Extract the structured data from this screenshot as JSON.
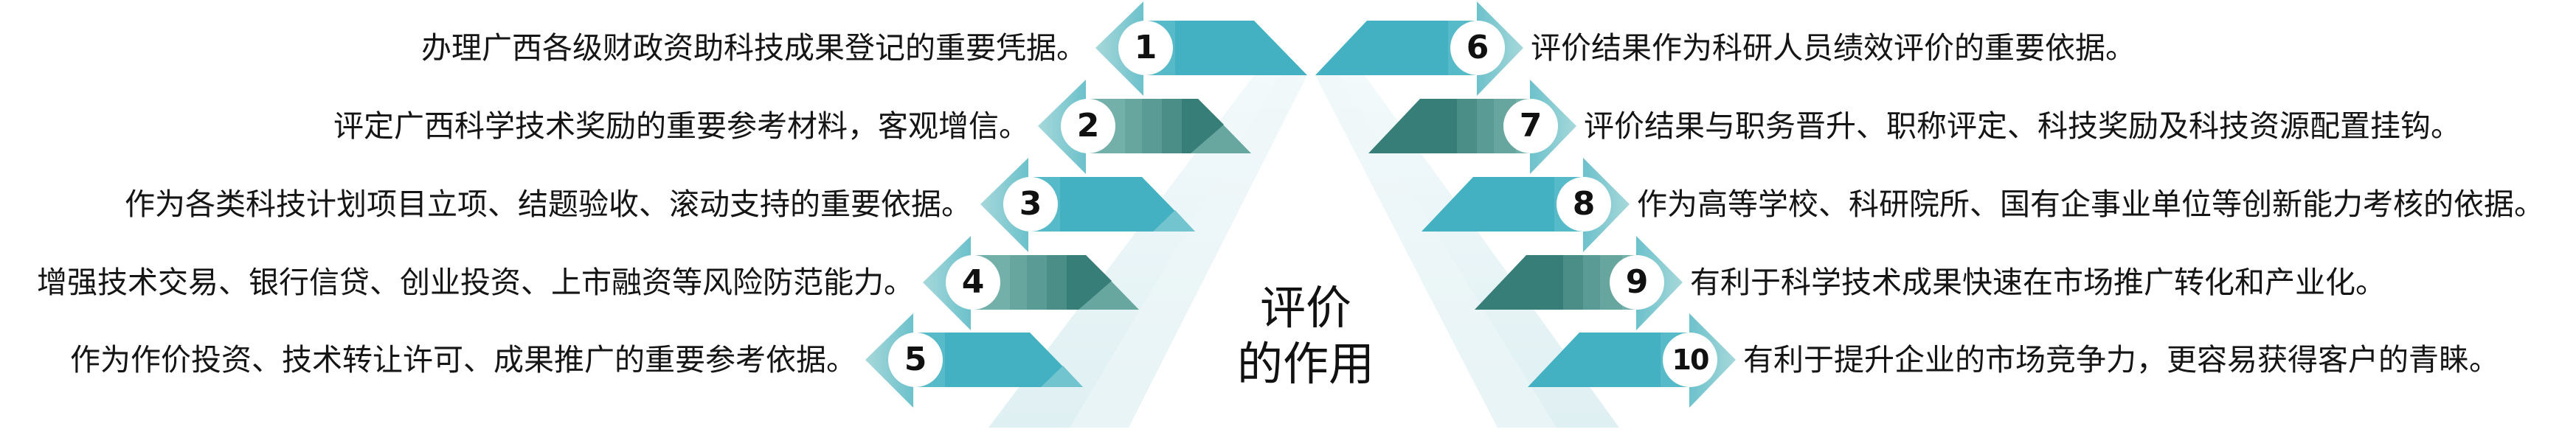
{
  "title": {
    "line1": "评价",
    "line2": "的作用"
  },
  "colors": {
    "blue_bar": "#43b1c2",
    "teal_bar": "#387e78",
    "arrow_light": "#9fd3d6",
    "arrow_mid": "#6fc3cc",
    "background_band": "#e6f3f5",
    "circle": "#ffffff",
    "text": "#151515"
  },
  "left_items": [
    {
      "number": "1",
      "style": "blue",
      "text": "办理广西各级财政资助科技成果登记的重要凭据。"
    },
    {
      "number": "2",
      "style": "teal",
      "text": "评定广西科学技术奖励的重要参考材料，客观增信。"
    },
    {
      "number": "3",
      "style": "blue",
      "text": "作为各类科技计划项目立项、结题验收、滚动支持的重要依据。"
    },
    {
      "number": "4",
      "style": "teal",
      "text": "增强技术交易、银行信贷、创业投资、上市融资等风险防范能力。"
    },
    {
      "number": "5",
      "style": "blue",
      "text": "作为作价投资、技术转让许可、成果推广的重要参考依据。"
    }
  ],
  "right_items": [
    {
      "number": "6",
      "style": "blue",
      "text": "评价结果作为科研人员绩效评价的重要依据。"
    },
    {
      "number": "7",
      "style": "teal",
      "text": "评价结果与职务晋升、职称评定、科技奖励及科技资源配置挂钩。"
    },
    {
      "number": "8",
      "style": "blue",
      "text": "作为高等学校、科研院所、国有企事业单位等创新能力考核的依据。"
    },
    {
      "number": "9",
      "style": "teal",
      "text": "有利于科学技术成果快速在市场推广转化和产业化。"
    },
    {
      "number": "10",
      "style": "blue",
      "text": "有利于提升企业的市场竞争力，更容易获得客户的青睐。"
    }
  ]
}
